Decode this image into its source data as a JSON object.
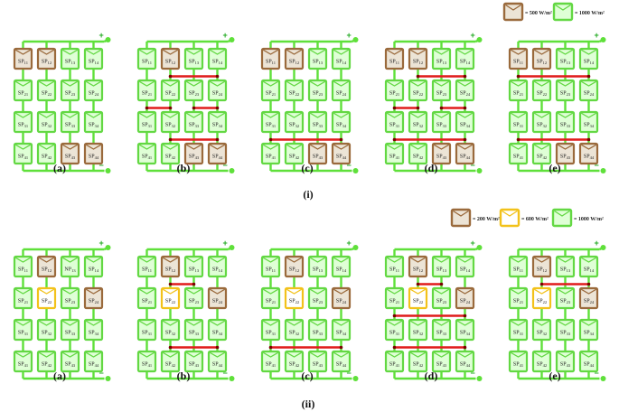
{
  "colors": {
    "wire": "#5fe03a",
    "module_fill_green": "#dfffd6",
    "module_border_green": "#63d843",
    "module_fill_brown": "#ece4d6",
    "module_border_brown": "#9a6a3c",
    "module_border_yellow": "#f2c21b",
    "tie": "#e01b1b",
    "tie_end": "#7a0000"
  },
  "legends": {
    "i": [
      {
        "color": "brown",
        "label": "= 500 W/m²"
      },
      {
        "color": "green",
        "label": "= 1000 W/m²"
      }
    ],
    "ii": [
      {
        "color": "brown",
        "label": "= 200 W/m²"
      },
      {
        "color": "yellow",
        "label": "= 600 W/m²"
      },
      {
        "color": "green",
        "label": "= 1000 W/m²"
      }
    ]
  },
  "rows": [
    {
      "id": "i",
      "caption": "(i)",
      "panels": [
        {
          "caption": "(a)",
          "labels": [
            [
              "SP11",
              "SP12",
              "SP13",
              "SP14"
            ],
            [
              "SP21",
              "SP22",
              "SP23",
              "SP24"
            ],
            [
              "SP31",
              "SP32",
              "SP33",
              "SP34"
            ],
            [
              "SP41",
              "SP42",
              "SP43",
              "SP44"
            ]
          ],
          "shading": [
            [
              "B",
              "B",
              "G",
              "G"
            ],
            [
              "G",
              "G",
              "G",
              "G"
            ],
            [
              "G",
              "G",
              "G",
              "G"
            ],
            [
              "G",
              "G",
              "B",
              "B"
            ]
          ],
          "ties": []
        },
        {
          "caption": "(b)",
          "labels": [
            [
              "SP11",
              "SP12",
              "SP13",
              "SP14"
            ],
            [
              "SP21",
              "SP22",
              "SP23",
              "SP24"
            ],
            [
              "SP31",
              "SP32",
              "SP33",
              "SP34"
            ],
            [
              "SP41",
              "SP42",
              "SP43",
              "SP44"
            ]
          ],
          "shading": [
            [
              "G",
              "B",
              "G",
              "G"
            ],
            [
              "G",
              "G",
              "G",
              "G"
            ],
            [
              "G",
              "G",
              "G",
              "G"
            ],
            [
              "G",
              "G",
              "B",
              "B"
            ]
          ],
          "ties": [
            {
              "row": 1,
              "from": 1,
              "to": 3
            },
            {
              "row": 2,
              "from": 0,
              "to": 1
            },
            {
              "row": 2,
              "from": 2,
              "to": 3
            },
            {
              "row": 3,
              "from": 1,
              "to": 3
            }
          ]
        },
        {
          "caption": "(c)",
          "labels": [
            [
              "SP11",
              "SP12",
              "SP13",
              "SP14"
            ],
            [
              "SP21",
              "SP22",
              "SP23",
              "SP24"
            ],
            [
              "SP31",
              "SP32",
              "SP33",
              "SP34"
            ],
            [
              "SP41",
              "SP42",
              "SP43",
              "SP44"
            ]
          ],
          "shading": [
            [
              "B",
              "B",
              "G",
              "G"
            ],
            [
              "G",
              "G",
              "G",
              "G"
            ],
            [
              "G",
              "G",
              "G",
              "G"
            ],
            [
              "G",
              "G",
              "B",
              "B"
            ]
          ],
          "ties": [
            {
              "row": 3,
              "from": 0,
              "to": 3
            }
          ]
        },
        {
          "caption": "(d)",
          "labels": [
            [
              "SP11",
              "SP12",
              "SP13",
              "SP14"
            ],
            [
              "SP21",
              "SP22",
              "SP23",
              "SP24"
            ],
            [
              "SP31",
              "SP32",
              "SP33",
              "SP34"
            ],
            [
              "SP41",
              "SP42",
              "SP43",
              "SP44"
            ]
          ],
          "shading": [
            [
              "B",
              "B",
              "G",
              "G"
            ],
            [
              "G",
              "G",
              "G",
              "G"
            ],
            [
              "G",
              "G",
              "G",
              "G"
            ],
            [
              "G",
              "G",
              "B",
              "B"
            ]
          ],
          "ties": [
            {
              "row": 1,
              "from": 1,
              "to": 3
            },
            {
              "row": 2,
              "from": 0,
              "to": 1
            },
            {
              "row": 2,
              "from": 2,
              "to": 3
            },
            {
              "row": 3,
              "from": 0,
              "to": 3
            }
          ]
        },
        {
          "caption": "(e)",
          "labels": [
            [
              "SP11",
              "SP12",
              "SP13",
              "SP14"
            ],
            [
              "SP21",
              "SP22",
              "SP23",
              "SP24"
            ],
            [
              "SP31",
              "SP32",
              "SP33",
              "SP34"
            ],
            [
              "SP41",
              "SP42",
              "SP43",
              "SP44"
            ]
          ],
          "shading": [
            [
              "B",
              "B",
              "G",
              "G"
            ],
            [
              "G",
              "G",
              "G",
              "G"
            ],
            [
              "G",
              "G",
              "G",
              "G"
            ],
            [
              "G",
              "G",
              "B",
              "B"
            ]
          ],
          "ties": [
            {
              "row": 1,
              "from": 0,
              "to": 3
            },
            {
              "row": 3,
              "from": 0,
              "to": 3
            }
          ]
        }
      ]
    },
    {
      "id": "ii",
      "caption": "(ii)",
      "panels": [
        {
          "caption": "(a)",
          "labels": [
            [
              "SP11",
              "SP12",
              "NP13",
              "SP14"
            ],
            [
              "SP21",
              "SP22",
              "SP23",
              "SP24"
            ],
            [
              "SP31",
              "SP32",
              "SP33",
              "SP34"
            ],
            [
              "SP41",
              "SP42",
              "SP43",
              "SP44"
            ]
          ],
          "shading": [
            [
              "G",
              "B",
              "G",
              "G"
            ],
            [
              "G",
              "Y",
              "G",
              "B"
            ],
            [
              "G",
              "G",
              "G",
              "G"
            ],
            [
              "G",
              "G",
              "G",
              "G"
            ]
          ],
          "ties": []
        },
        {
          "caption": "(b)",
          "labels": [
            [
              "SP11",
              "SP12",
              "SP13",
              "SP14"
            ],
            [
              "SP21",
              "SP22",
              "SP23",
              "SP24"
            ],
            [
              "SP31",
              "SP32",
              "SP33",
              "SP34"
            ],
            [
              "SP41",
              "SP42",
              "SP43",
              "SP44"
            ]
          ],
          "shading": [
            [
              "G",
              "B",
              "G",
              "G"
            ],
            [
              "G",
              "Y",
              "G",
              "B"
            ],
            [
              "G",
              "G",
              "G",
              "G"
            ],
            [
              "G",
              "G",
              "G",
              "G"
            ]
          ],
          "ties": [
            {
              "row": 1,
              "from": 1,
              "to": 2
            },
            {
              "row": 3,
              "from": 1,
              "to": 3
            }
          ]
        },
        {
          "caption": "(c)",
          "labels": [
            [
              "SP11",
              "SP12",
              "SP13",
              "SP14"
            ],
            [
              "SP21",
              "SP22",
              "SP23",
              "SP24"
            ],
            [
              "SP31",
              "SP32",
              "SP33",
              "SP34"
            ],
            [
              "SP41",
              "SP42",
              "SP43",
              "SP44"
            ]
          ],
          "shading": [
            [
              "G",
              "B",
              "G",
              "G"
            ],
            [
              "G",
              "Y",
              "G",
              "B"
            ],
            [
              "G",
              "G",
              "G",
              "G"
            ],
            [
              "G",
              "G",
              "G",
              "G"
            ]
          ],
          "ties": [
            {
              "row": 3,
              "from": 0,
              "to": 3
            }
          ]
        },
        {
          "caption": "(d)",
          "labels": [
            [
              "SP11",
              "SP12",
              "SP13",
              "SP14"
            ],
            [
              "SP21",
              "SP22",
              "SP23",
              "SP24"
            ],
            [
              "SP31",
              "SP32",
              "SP33",
              "SP34"
            ],
            [
              "SP41",
              "SP42",
              "SP43",
              "SP44"
            ]
          ],
          "shading": [
            [
              "G",
              "B",
              "G",
              "G"
            ],
            [
              "G",
              "Y",
              "G",
              "B"
            ],
            [
              "G",
              "G",
              "G",
              "G"
            ],
            [
              "G",
              "G",
              "G",
              "G"
            ]
          ],
          "ties": [
            {
              "row": 1,
              "from": 1,
              "to": 2
            },
            {
              "row": 2,
              "from": 0,
              "to": 3
            },
            {
              "row": 3,
              "from": 0,
              "to": 3
            }
          ]
        },
        {
          "caption": "(e)",
          "labels": [
            [
              "SP11",
              "SP12",
              "SP13",
              "SP14"
            ],
            [
              "SP21",
              "SP22",
              "SP23",
              "SP24"
            ],
            [
              "SP31",
              "SP32",
              "SP33",
              "SP34"
            ],
            [
              "SP41",
              "SP42",
              "SP43",
              "SP44"
            ]
          ],
          "shading": [
            [
              "G",
              "B",
              "G",
              "G"
            ],
            [
              "G",
              "Y",
              "G",
              "B"
            ],
            [
              "G",
              "G",
              "G",
              "G"
            ],
            [
              "G",
              "G",
              "G",
              "G"
            ]
          ],
          "ties": [
            {
              "row": 1,
              "from": 1,
              "to": 3
            }
          ]
        }
      ]
    }
  ]
}
